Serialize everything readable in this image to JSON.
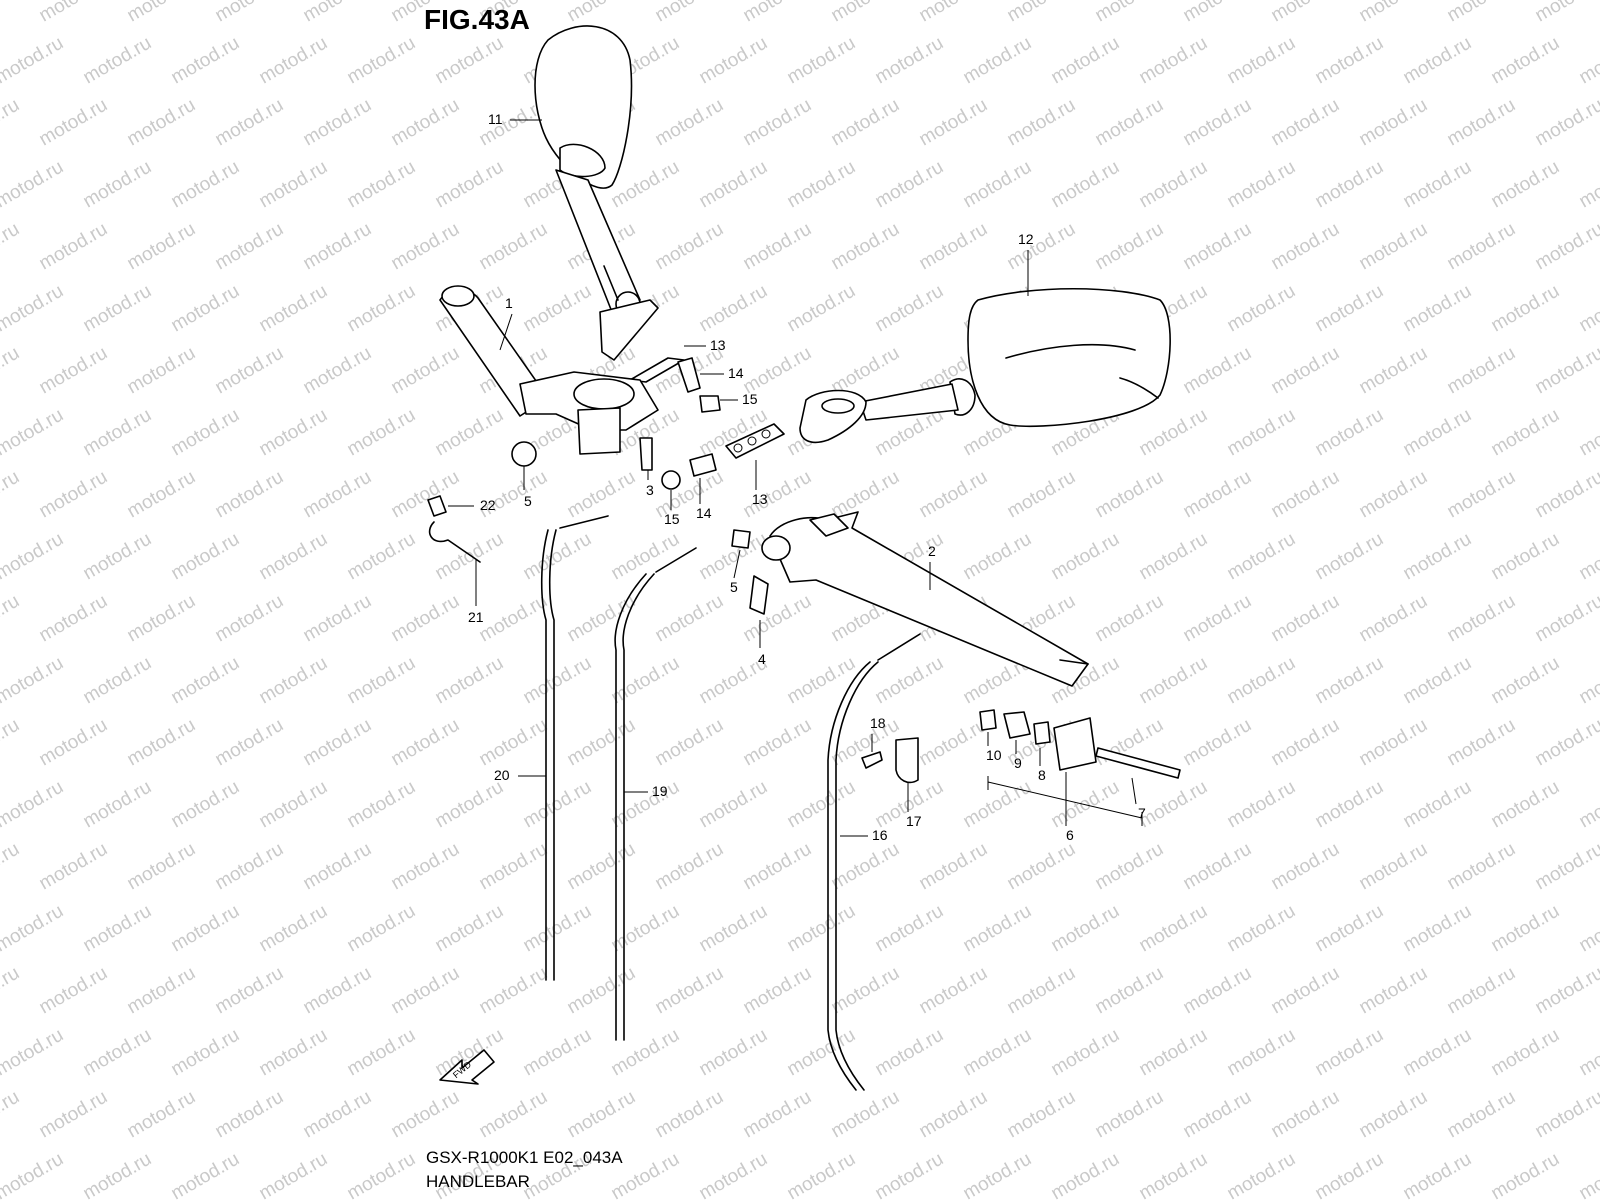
{
  "figure": {
    "title": "FIG.43A",
    "model_code": "GSX-R1000K1 E02_043A",
    "caption": "HANDLEBAR",
    "watermark_text": "motod.ru",
    "fwd_label": "FWD"
  },
  "callouts": [
    {
      "id": "c1",
      "label": "1"
    },
    {
      "id": "c2",
      "label": "2"
    },
    {
      "id": "c3",
      "label": "3"
    },
    {
      "id": "c4",
      "label": "4"
    },
    {
      "id": "c5a",
      "label": "5"
    },
    {
      "id": "c5b",
      "label": "5"
    },
    {
      "id": "c6",
      "label": "6"
    },
    {
      "id": "c7",
      "label": "7"
    },
    {
      "id": "c8",
      "label": "8"
    },
    {
      "id": "c9",
      "label": "9"
    },
    {
      "id": "c10",
      "label": "10"
    },
    {
      "id": "c11",
      "label": "11"
    },
    {
      "id": "c12",
      "label": "12"
    },
    {
      "id": "c13a",
      "label": "13"
    },
    {
      "id": "c13b",
      "label": "13"
    },
    {
      "id": "c14a",
      "label": "14"
    },
    {
      "id": "c14b",
      "label": "14"
    },
    {
      "id": "c15a",
      "label": "15"
    },
    {
      "id": "c15b",
      "label": "15"
    },
    {
      "id": "c16",
      "label": "16"
    },
    {
      "id": "c17",
      "label": "17"
    },
    {
      "id": "c18",
      "label": "18"
    },
    {
      "id": "c19",
      "label": "19"
    },
    {
      "id": "c20",
      "label": "20"
    },
    {
      "id": "c21",
      "label": "21"
    },
    {
      "id": "c22",
      "label": "22"
    }
  ]
}
